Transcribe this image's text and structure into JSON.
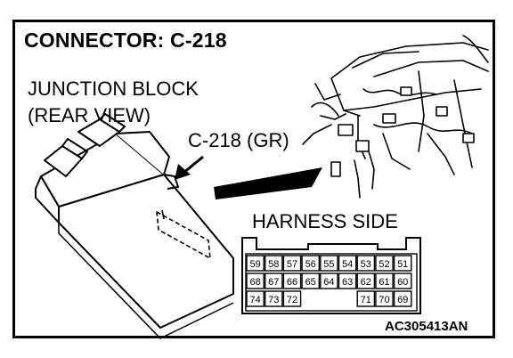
{
  "title": "CONNECTOR: C-218",
  "junction_block": {
    "line1": "JUNCTION BLOCK",
    "line2": "(REAR VIEW)"
  },
  "connector_label": "C-218 (GR)",
  "harness_side": "HARNESS SIDE",
  "figure_code": "AC305413AN",
  "pins": {
    "row1": [
      "59",
      "58",
      "57",
      "56",
      "55",
      "54",
      "53",
      "52",
      "51"
    ],
    "row2": [
      "68",
      "67",
      "66",
      "65",
      "64",
      "63",
      "62",
      "61",
      "60"
    ],
    "row3": [
      "74",
      "73",
      "72",
      "",
      "",
      "",
      "71",
      "70",
      "69"
    ]
  },
  "colors": {
    "line": "#000000",
    "background": "#ffffff"
  }
}
